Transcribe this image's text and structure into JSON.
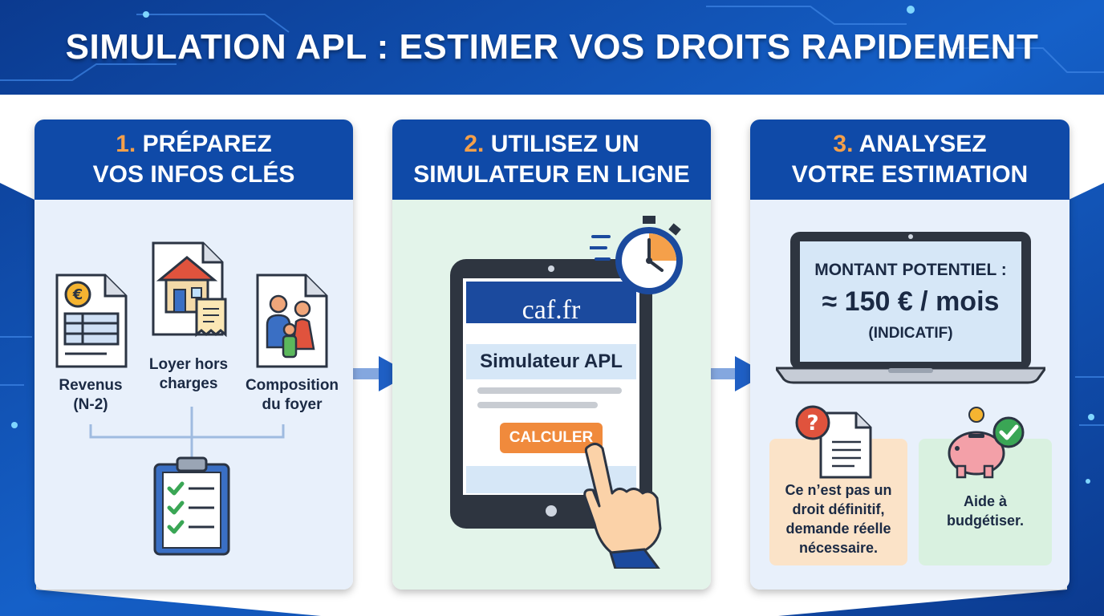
{
  "title": "SIMULATION APL : ESTIMER VOS DROITS RAPIDEMENT",
  "steps": [
    {
      "number": "1.",
      "heading_line1": "PRÉPAREZ",
      "heading_line2": "VOS INFOS CLÉS",
      "items": [
        {
          "line1": "Revenus",
          "line2": "(N-2)",
          "icon": "income-document-icon"
        },
        {
          "line1": "Loyer hors",
          "line2": "charges",
          "icon": "house-receipt-icon"
        },
        {
          "line1": "Composition",
          "line2": "du foyer",
          "icon": "family-document-icon"
        }
      ],
      "checklist_icon": "checklist-clipboard-icon"
    },
    {
      "number": "2.",
      "heading_line1": "UTILISEZ UN",
      "heading_line2": "SIMULATEUR EN LIGNE",
      "site": "caf.fr",
      "form_title": "Simulateur APL",
      "button": "CALCULER",
      "icons": [
        "tablet-icon",
        "stopwatch-icon",
        "pointing-hand-icon"
      ]
    },
    {
      "number": "3.",
      "heading_line1": "ANALYSEZ",
      "heading_line2": "VOTRE ESTIMATION",
      "screen_line1": "MONTANT POTENTIEL :",
      "screen_line2": "≈ 150 € / mois",
      "screen_line3": "(INDICATIF)",
      "note_warning_lines": [
        "Ce n’est pas un",
        "droit définitif,",
        "demande réelle",
        "nécessaire."
      ],
      "note_budget_lines": [
        "Aide à",
        "budgétiser."
      ],
      "icons": [
        "laptop-icon",
        "question-document-icon",
        "piggy-bank-icon"
      ]
    }
  ],
  "colors": {
    "header_blue": "#0f4aa8",
    "accent_orange": "#f5a04a",
    "arrow_blue": "#1f5fc4",
    "button_orange": "#f08a3c"
  }
}
